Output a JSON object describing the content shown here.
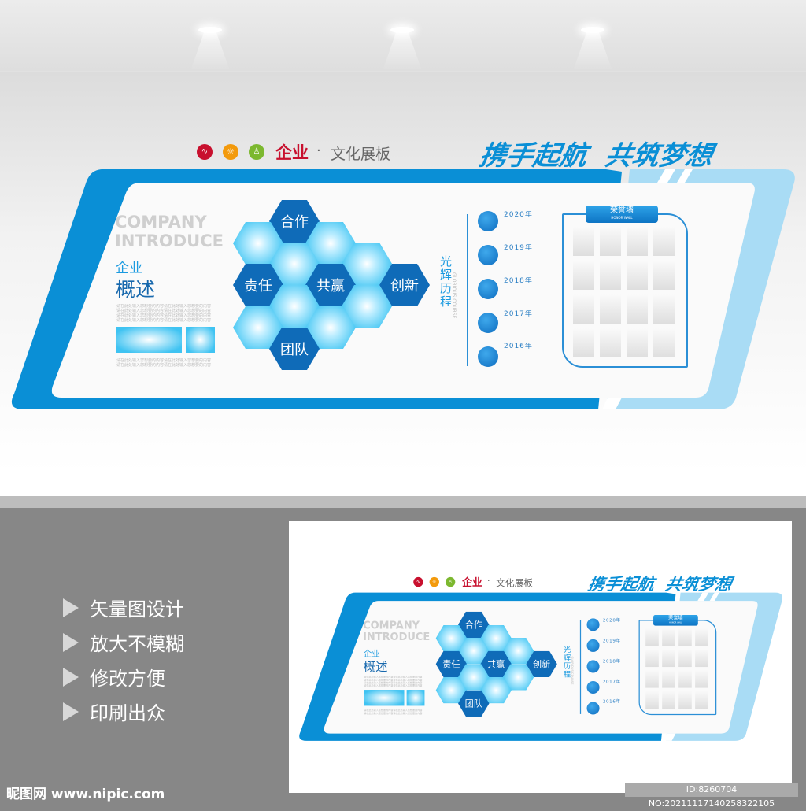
{
  "header": {
    "title_red": "企业",
    "title_dot": "·",
    "title_gray": "文化展板",
    "slogan": "携手起航  共筑梦想",
    "icons": [
      "pulse-icon",
      "sun-icon",
      "person-icon"
    ]
  },
  "intro": {
    "en_line1": "COMPANY",
    "en_line2": "INTRODUCE",
    "cn_small": "企业",
    "cn_big": "概述",
    "filler": "请在此处输入您想要的内容请在此处输入您想要的内容"
  },
  "values": {
    "top": "合作",
    "left": "责任",
    "center": "共赢",
    "right": "创新",
    "bottom": "团队"
  },
  "history": {
    "title": "光辉历程",
    "subtitle": "GLORIOUS COURSE",
    "years": [
      "2020年",
      "2019年",
      "2018年",
      "2017年",
      "2016年"
    ]
  },
  "honor": {
    "title": "荣誉墙",
    "subtitle": "HONOR WALL"
  },
  "features": [
    "矢量图设计",
    "放大不模糊",
    "修改方便",
    "印刷出众"
  ],
  "watermark": {
    "logo": "昵图网 www.nipic.com",
    "id": "ID:8260704 NO:20211117140258322105"
  },
  "colors": {
    "primary": "#0a8fd6",
    "dark_blue": "#0f6bb8",
    "light_blue": "#a9dcf5",
    "red": "#c8102e"
  }
}
